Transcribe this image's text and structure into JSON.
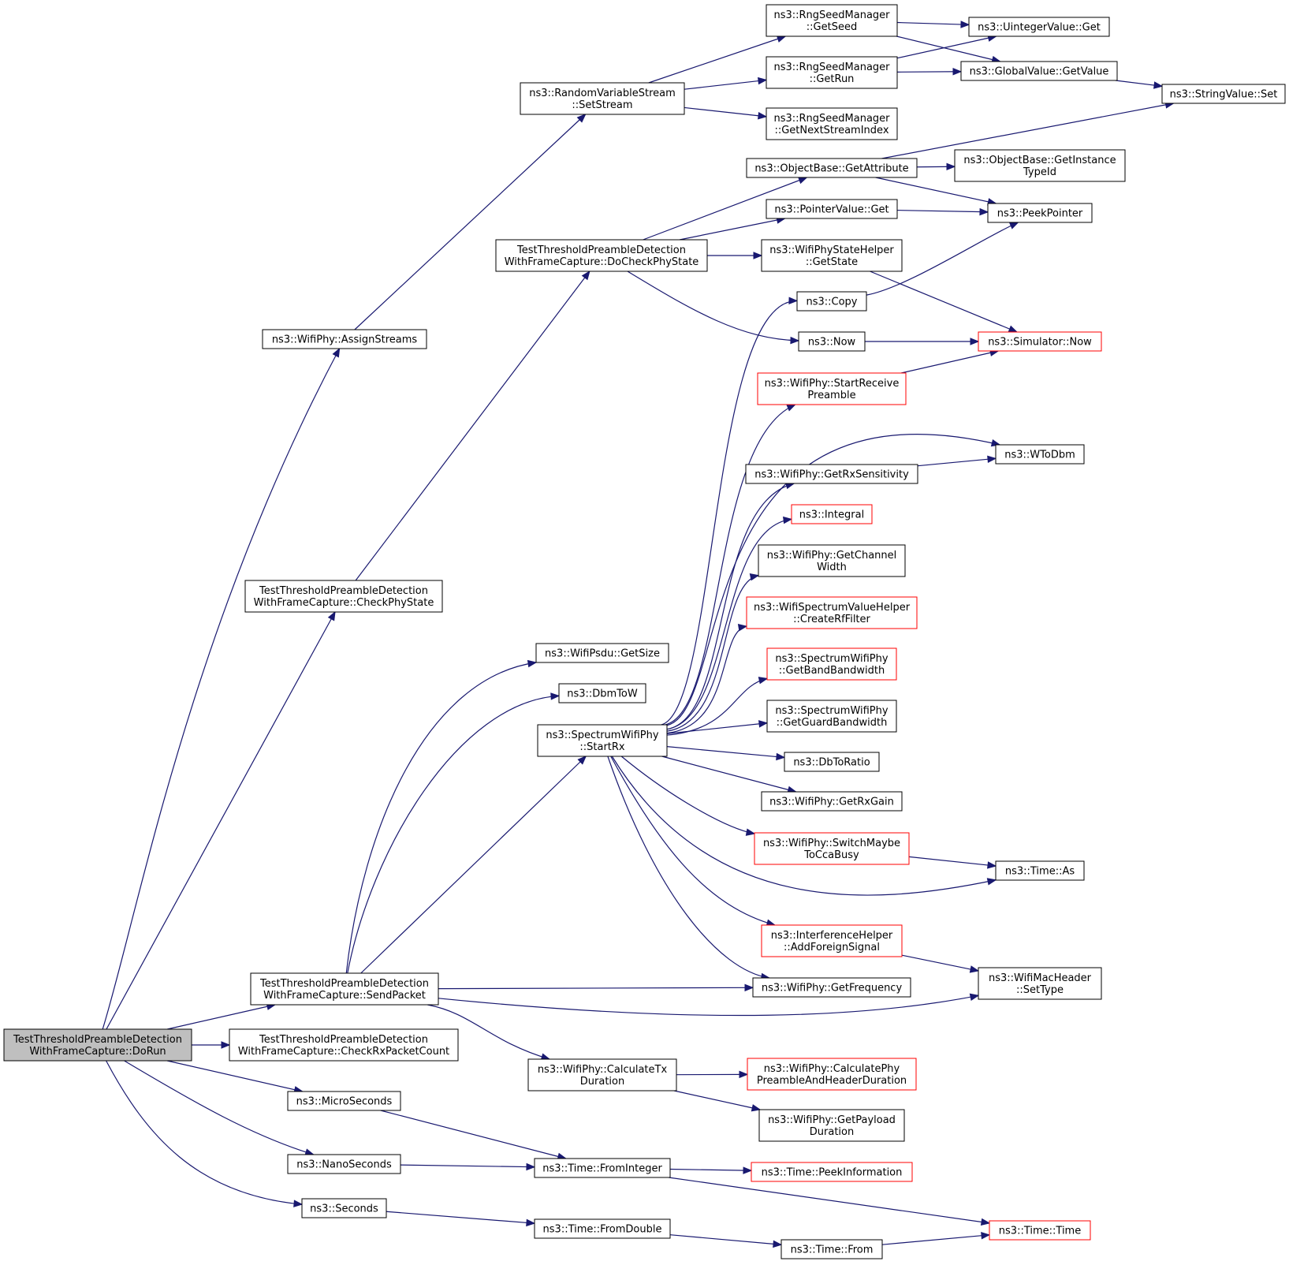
{
  "nodes": [
    {
      "id": "doRun",
      "lines": [
        "TestThresholdPreambleDetection",
        "WithFrameCapture::DoRun"
      ],
      "style": "root"
    },
    {
      "id": "assignStreams",
      "lines": [
        "ns3::WifiPhy::AssignStreams"
      ],
      "style": "normal"
    },
    {
      "id": "checkPhyState",
      "lines": [
        "TestThresholdPreambleDetection",
        "WithFrameCapture::CheckPhyState"
      ],
      "style": "normal"
    },
    {
      "id": "sendPacket",
      "lines": [
        "TestThresholdPreambleDetection",
        "WithFrameCapture::SendPacket"
      ],
      "style": "normal"
    },
    {
      "id": "checkRxPacketCount",
      "lines": [
        "TestThresholdPreambleDetection",
        "WithFrameCapture::CheckRxPacketCount"
      ],
      "style": "normal"
    },
    {
      "id": "microSeconds",
      "lines": [
        "ns3::MicroSeconds"
      ],
      "style": "normal"
    },
    {
      "id": "nanoSeconds",
      "lines": [
        "ns3::NanoSeconds"
      ],
      "style": "normal"
    },
    {
      "id": "seconds",
      "lines": [
        "ns3::Seconds"
      ],
      "style": "normal"
    },
    {
      "id": "setStream",
      "lines": [
        "ns3::RandomVariableStream",
        "::SetStream"
      ],
      "style": "normal"
    },
    {
      "id": "doCheckPhyState",
      "lines": [
        "TestThresholdPreambleDetection",
        "WithFrameCapture::DoCheckPhyState"
      ],
      "style": "normal"
    },
    {
      "id": "getSize",
      "lines": [
        "ns3::WifiPsdu::GetSize"
      ],
      "style": "normal"
    },
    {
      "id": "dbmToW",
      "lines": [
        "ns3::DbmToW"
      ],
      "style": "normal"
    },
    {
      "id": "startRx",
      "lines": [
        "ns3::SpectrumWifiPhy",
        "::StartRx"
      ],
      "style": "normal"
    },
    {
      "id": "calcTxDuration",
      "lines": [
        "ns3::WifiPhy::CalculateTx",
        "Duration"
      ],
      "style": "normal"
    },
    {
      "id": "fromInteger",
      "lines": [
        "ns3::Time::FromInteger"
      ],
      "style": "normal"
    },
    {
      "id": "fromDouble",
      "lines": [
        "ns3::Time::FromDouble"
      ],
      "style": "normal"
    },
    {
      "id": "getSeed",
      "lines": [
        "ns3::RngSeedManager",
        "::GetSeed"
      ],
      "style": "normal"
    },
    {
      "id": "getRun",
      "lines": [
        "ns3::RngSeedManager",
        "::GetRun"
      ],
      "style": "normal"
    },
    {
      "id": "getNextStreamIndex",
      "lines": [
        "ns3::RngSeedManager",
        "::GetNextStreamIndex"
      ],
      "style": "normal"
    },
    {
      "id": "getAttribute",
      "lines": [
        "ns3::ObjectBase::GetAttribute"
      ],
      "style": "normal"
    },
    {
      "id": "pointerValueGet",
      "lines": [
        "ns3::PointerValue::Get"
      ],
      "style": "normal"
    },
    {
      "id": "getState",
      "lines": [
        "ns3::WifiPhyStateHelper",
        "::GetState"
      ],
      "style": "normal"
    },
    {
      "id": "copy",
      "lines": [
        "ns3::Copy"
      ],
      "style": "normal"
    },
    {
      "id": "now",
      "lines": [
        "ns3::Now"
      ],
      "style": "normal"
    },
    {
      "id": "startReceivePreamble",
      "lines": [
        "ns3::WifiPhy::StartReceive",
        "Preamble"
      ],
      "style": "red"
    },
    {
      "id": "getRxSensitivity",
      "lines": [
        "ns3::WifiPhy::GetRxSensitivity"
      ],
      "style": "normal"
    },
    {
      "id": "integral",
      "lines": [
        "ns3::Integral"
      ],
      "style": "red"
    },
    {
      "id": "getChannelWidth",
      "lines": [
        "ns3::WifiPhy::GetChannel",
        "Width"
      ],
      "style": "normal"
    },
    {
      "id": "createRfFilter",
      "lines": [
        "ns3::WifiSpectrumValueHelper",
        "::CreateRfFilter"
      ],
      "style": "red"
    },
    {
      "id": "getBandBandwidth",
      "lines": [
        "ns3::SpectrumWifiPhy",
        "::GetBandBandwidth"
      ],
      "style": "red"
    },
    {
      "id": "getGuardBandwidth",
      "lines": [
        "ns3::SpectrumWifiPhy",
        "::GetGuardBandwidth"
      ],
      "style": "normal"
    },
    {
      "id": "dbToRatio",
      "lines": [
        "ns3::DbToRatio"
      ],
      "style": "normal"
    },
    {
      "id": "getRxGain",
      "lines": [
        "ns3::WifiPhy::GetRxGain"
      ],
      "style": "normal"
    },
    {
      "id": "switchMaybeToCcaBusy",
      "lines": [
        "ns3::WifiPhy::SwitchMaybe",
        "ToCcaBusy"
      ],
      "style": "red"
    },
    {
      "id": "addForeignSignal",
      "lines": [
        "ns3::InterferenceHelper",
        "::AddForeignSignal"
      ],
      "style": "red"
    },
    {
      "id": "getFrequency",
      "lines": [
        "ns3::WifiPhy::GetFrequency"
      ],
      "style": "normal"
    },
    {
      "id": "calcPhyPreamble",
      "lines": [
        "ns3::WifiPhy::CalculatePhy",
        "PreambleAndHeaderDuration"
      ],
      "style": "red"
    },
    {
      "id": "getPayloadDuration",
      "lines": [
        "ns3::WifiPhy::GetPayload",
        "Duration"
      ],
      "style": "normal"
    },
    {
      "id": "peekInformation",
      "lines": [
        "ns3::Time::PeekInformation"
      ],
      "style": "red"
    },
    {
      "id": "timeFrom",
      "lines": [
        "ns3::Time::From"
      ],
      "style": "normal"
    },
    {
      "id": "uintegerValueGet",
      "lines": [
        "ns3::UintegerValue::Get"
      ],
      "style": "normal"
    },
    {
      "id": "globalValueGetValue",
      "lines": [
        "ns3::GlobalValue::GetValue"
      ],
      "style": "normal"
    },
    {
      "id": "getInstanceTypeId",
      "lines": [
        "ns3::ObjectBase::GetInstance",
        "TypeId"
      ],
      "style": "normal"
    },
    {
      "id": "peekPointer",
      "lines": [
        "ns3::PeekPointer"
      ],
      "style": "normal"
    },
    {
      "id": "simulatorNow",
      "lines": [
        "ns3::Simulator::Now"
      ],
      "style": "red"
    },
    {
      "id": "wToDbm",
      "lines": [
        "ns3::WToDbm"
      ],
      "style": "normal"
    },
    {
      "id": "timeAs",
      "lines": [
        "ns3::Time::As"
      ],
      "style": "normal"
    },
    {
      "id": "setType",
      "lines": [
        "ns3::WifiMacHeader",
        "::SetType"
      ],
      "style": "normal"
    },
    {
      "id": "timeTime",
      "lines": [
        "ns3::Time::Time"
      ],
      "style": "red"
    },
    {
      "id": "stringValueSet",
      "lines": [
        "ns3::StringValue::Set"
      ],
      "style": "normal"
    }
  ]
}
